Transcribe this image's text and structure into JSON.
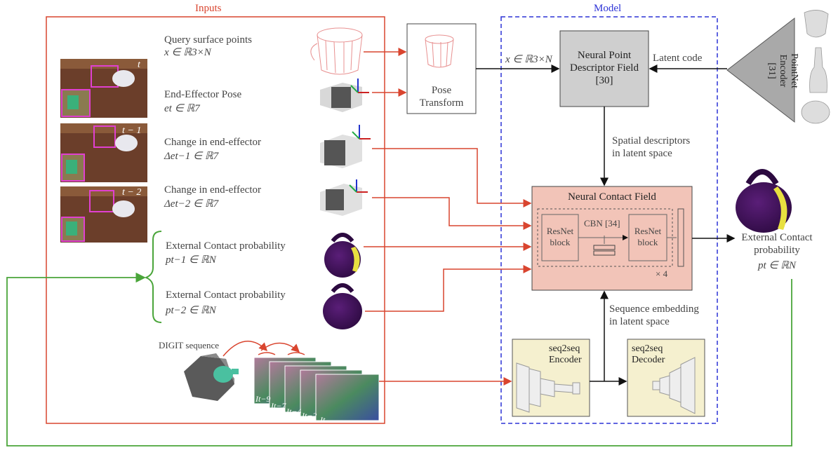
{
  "sections": {
    "inputs_title": "Inputs",
    "model_title": "Model"
  },
  "inputs": {
    "query_points": {
      "label": "Query surface points",
      "math": "x ∈ ℝ3×N"
    },
    "ee_pose": {
      "label": "End-Effector Pose",
      "math": "et ∈ ℝ7"
    },
    "delta1": {
      "label": "Change in end-effector",
      "math": "Δet−1 ∈ ℝ7"
    },
    "delta2": {
      "label": "Change in end-effector",
      "math": "Δet−2 ∈ ℝ7"
    },
    "prob1": {
      "label": "External Contact probability",
      "math": "pt−1 ∈ ℝN"
    },
    "prob2": {
      "label": "External Contact probability",
      "math": "pt−2 ∈ ℝN"
    },
    "digit_label": "DIGIT sequence",
    "digit_frames": [
      "It−9",
      "It−7",
      "It−4",
      "It−2",
      "It"
    ],
    "frame_labels": [
      "t",
      "t − 1",
      "t − 2"
    ]
  },
  "model": {
    "pose_transform": "Pose\nTransform",
    "arrow_x_label": "x ∈ ℝ3×N",
    "npdf_label": "Neural Point\nDescriptor Field\n[30]",
    "latent_code": "Latent code",
    "pointnet": "PointNet\nEncoder\n[31]",
    "spatial_desc": "Spatial descriptors\nin latent space",
    "ncf_title": "Neural Contact Field",
    "resnet_block": "ResNet\nblock",
    "cbn": "CBN [34]",
    "repeat": "× 4",
    "seq_embed": "Sequence embedding\nin latent space",
    "seq_encoder": "seq2seq\nEncoder",
    "seq_decoder": "seq2seq\nDecoder"
  },
  "output": {
    "label": "External Contact\nprobability",
    "math": "pt ∈ ℝN"
  },
  "colors": {
    "inputs_border": "#d9452f",
    "model_border": "#2c32d6",
    "arrow_red": "#d9452f",
    "arrow_black": "#111111",
    "feedback_green": "#4aa53a",
    "npdf_fill": "#cfcfcf",
    "ncf_fill": "#f2c4b8",
    "seq_fill": "#f5f0cf",
    "pointnet_fill": "#a9a9a9",
    "mug_purple": "#3a1050",
    "contact_yellow": "#e8e040"
  }
}
